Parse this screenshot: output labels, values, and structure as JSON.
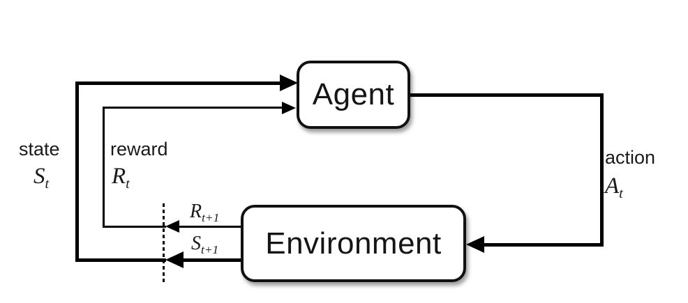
{
  "boxes": {
    "agent": "Agent",
    "environment": "Environment"
  },
  "labels": {
    "state": {
      "word": "state",
      "symbol": "S",
      "sub": "t"
    },
    "reward": {
      "word": "reward",
      "symbol": "R",
      "sub": "t"
    },
    "action": {
      "word": "action",
      "symbol": "A",
      "sub": "t"
    },
    "next_reward": {
      "symbol": "R",
      "sub": "t+1"
    },
    "next_state": {
      "symbol": "S",
      "sub": "t+1"
    }
  },
  "colors": {
    "line": "#000000",
    "box_border": "#111111",
    "box_fill": "#ffffff",
    "background": "#ffffff"
  }
}
